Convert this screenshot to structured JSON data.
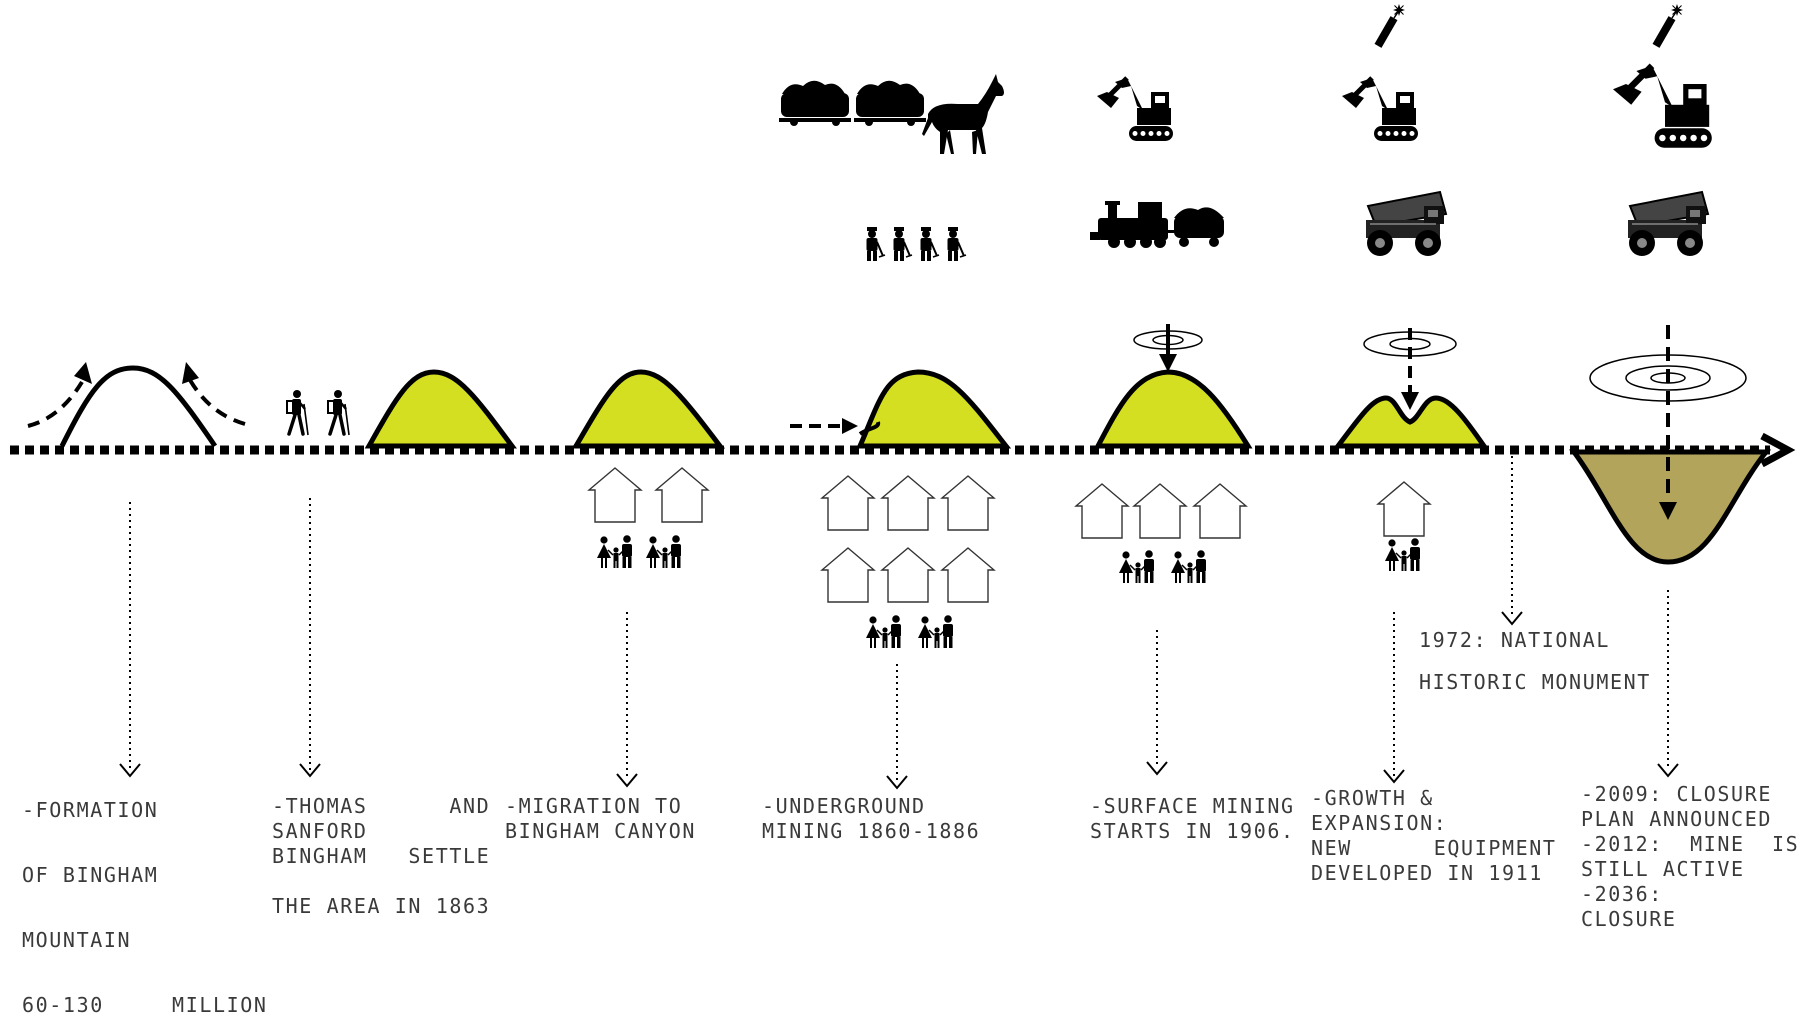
{
  "timeline_events": [
    {
      "lines": [
        "-FORMATION",
        "",
        "OF BINGHAM",
        "",
        "MOUNTAIN",
        "",
        "60-130     MILLION"
      ]
    },
    {
      "lines": [
        "-THOMAS      AND",
        "SANFORD",
        "BINGHAM   SETTLE",
        "",
        "THE AREA IN 1863"
      ]
    },
    {
      "lines": [
        "-MIGRATION TO",
        "BINGHAM CANYON"
      ]
    },
    {
      "lines": [
        "-UNDERGROUND",
        "MINING 1860-1886"
      ]
    },
    {
      "lines": [
        "-SURFACE MINING",
        "STARTS IN 1906."
      ]
    },
    {
      "lines": [
        "-GROWTH &",
        "EXPANSION:",
        "NEW      EQUIPMENT",
        "DEVELOPED IN 1911"
      ]
    },
    {
      "lines": [
        "1972: NATIONAL",
        "",
        "HISTORIC MONUMENT"
      ]
    },
    {
      "lines": [
        "-2009: CLOSURE",
        "PLAN ANNOUNCED",
        "-2012:  MINE  IS",
        "STILL ACTIVE",
        "-2036:",
        "CLOSURE"
      ]
    }
  ],
  "icons": {
    "equipment": [
      "cart-icon",
      "horse-icon",
      "miners-icon",
      "excavator-icon",
      "train-icon",
      "dump-truck-icon",
      "dynamite-icon"
    ],
    "settlement": [
      "house-icon",
      "family-icon",
      "hikers-icon"
    ]
  },
  "colors": {
    "mountain_fill": "#d4df21",
    "pit_fill": "#b3a45c",
    "line": "#000000",
    "text": "#3a3a3a"
  }
}
